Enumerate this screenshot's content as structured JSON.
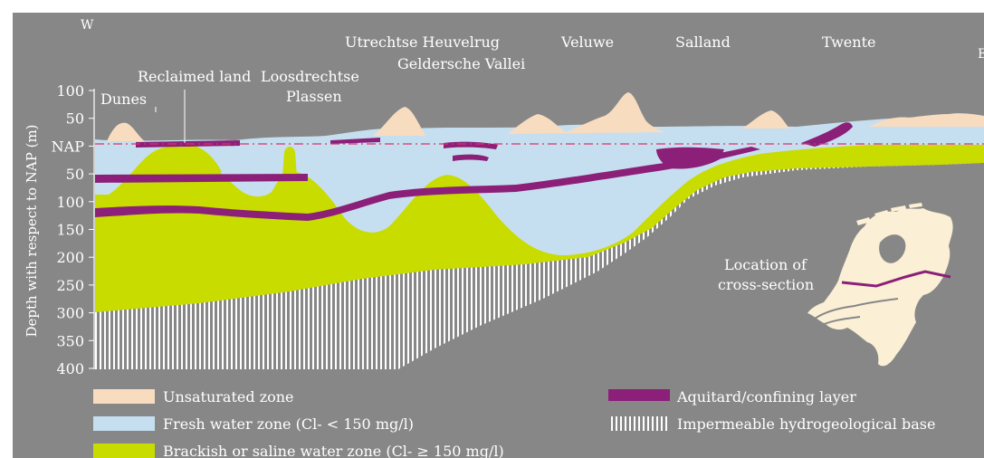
{
  "colors": {
    "background": "#878787",
    "unsaturated": "#f7dcc0",
    "fresh": "#c6dff0",
    "brackish": "#c8dc00",
    "aquitard": "#8c1f78",
    "impermeable": "#ffffff",
    "nap_line": "#d8326e",
    "map_land": "#fbf0d6",
    "map_section_line": "#8c1f78",
    "text": "#ffffff"
  },
  "compass": {
    "west": "W",
    "east": "E"
  },
  "regions": {
    "utrechtse_heuvelrug": "Utrechtse Heuvelrug",
    "geldersche_vallei": "Geldersche Vallei",
    "veluwe": "Veluwe",
    "salland": "Salland",
    "twente": "Twente",
    "reclaimed_land": "Reclaimed land",
    "loosdrechtse": "Loosdrechtse",
    "plassen": "Plassen",
    "dunes": "Dunes"
  },
  "axis": {
    "ylabel": "Depth with respect to NAP (m)",
    "ticks": [
      "100",
      "50",
      "NAP",
      "50",
      "100",
      "150",
      "200",
      "250",
      "300",
      "350",
      "400"
    ]
  },
  "map": {
    "label_line1": "Location of",
    "label_line2": "cross-section"
  },
  "legend": {
    "unsaturated": "Unsaturated zone",
    "fresh": "Fresh water zone (Cl- < 150 mg/l)",
    "brackish": "Brackish or saline water zone (Cl- ≥ 150 mg/l)",
    "aquitard": "Aquitard/confining layer",
    "impermeable": "Impermeable hydrogeological base"
  }
}
